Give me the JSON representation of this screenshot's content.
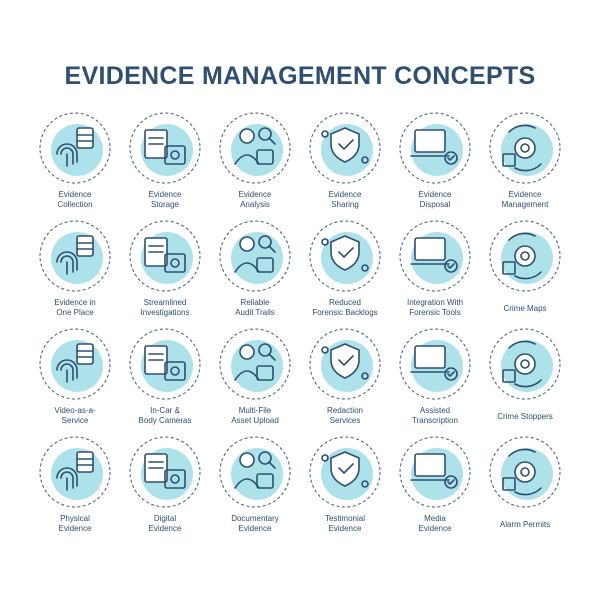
{
  "title": "EVIDENCE MANAGEMENT CONCEPTS",
  "colors": {
    "accent": "#9fdde6",
    "ink": "#2f4f70",
    "line": "#3a5a7a"
  },
  "items": [
    {
      "label": "Evidence\nCollection",
      "icon": "fingerprint-database-icon"
    },
    {
      "label": "Evidence\nStorage",
      "icon": "safe-folder-icon"
    },
    {
      "label": "Evidence\nAnalysis",
      "icon": "investigator-magnifier-icon"
    },
    {
      "label": "Evidence\nSharing",
      "icon": "shield-network-icon"
    },
    {
      "label": "Evidence\nDisposal",
      "icon": "document-recycle-icon"
    },
    {
      "label": "Evidence\nManagement",
      "icon": "fingerprint-gear-icon"
    },
    {
      "label": "Evidence in\nOne Place",
      "icon": "network-fingerprint-icon"
    },
    {
      "label": "Streamlined\nInvestigations",
      "icon": "shield-info-icon"
    },
    {
      "label": "Reliable\nAudit Trails",
      "icon": "clipboard-shield-icon"
    },
    {
      "label": "Reduced\nForensic Backlogs",
      "icon": "handcuffs-gear-icon"
    },
    {
      "label": "Integration With\nForensic Tools",
      "icon": "laptop-puzzle-icon"
    },
    {
      "label": "Crime Maps",
      "icon": "map-pin-icon"
    },
    {
      "label": "Video-as-a-\nService",
      "icon": "camera-cloud-icon"
    },
    {
      "label": "In-Car &\nBody Cameras",
      "icon": "officer-car-icon"
    },
    {
      "label": "Multi-File\nAsset Upload",
      "icon": "files-upload-icon"
    },
    {
      "label": "Redaction\nServices",
      "icon": "shield-id-card-icon"
    },
    {
      "label": "Assisted\nTranscription",
      "icon": "video-caption-icon"
    },
    {
      "label": "Crime Stoppers",
      "icon": "runner-phone-icon"
    },
    {
      "label": "Physical\nEvidence",
      "icon": "clothing-evidence-icon"
    },
    {
      "label": "Digital\nEvidence",
      "icon": "tablet-warning-icon"
    },
    {
      "label": "Documentary\nEvidence",
      "icon": "camera-envelope-icon"
    },
    {
      "label": "Testimonial\nEvidence",
      "icon": "courtroom-icon"
    },
    {
      "label": "Media\nEvidence",
      "icon": "ear-microphone-icon"
    },
    {
      "label": "Alarm Permits",
      "icon": "alarm-wrench-icon"
    }
  ]
}
